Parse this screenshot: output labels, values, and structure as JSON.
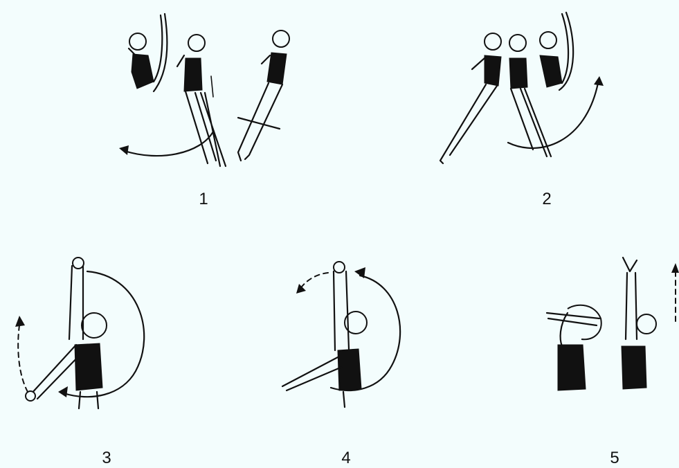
{
  "figures": [
    {
      "label": "1"
    },
    {
      "label": "2"
    },
    {
      "label": "3"
    },
    {
      "label": "4"
    },
    {
      "label": "5"
    }
  ],
  "colors": {
    "background": "#f3fdfd",
    "ink": "#111111"
  }
}
